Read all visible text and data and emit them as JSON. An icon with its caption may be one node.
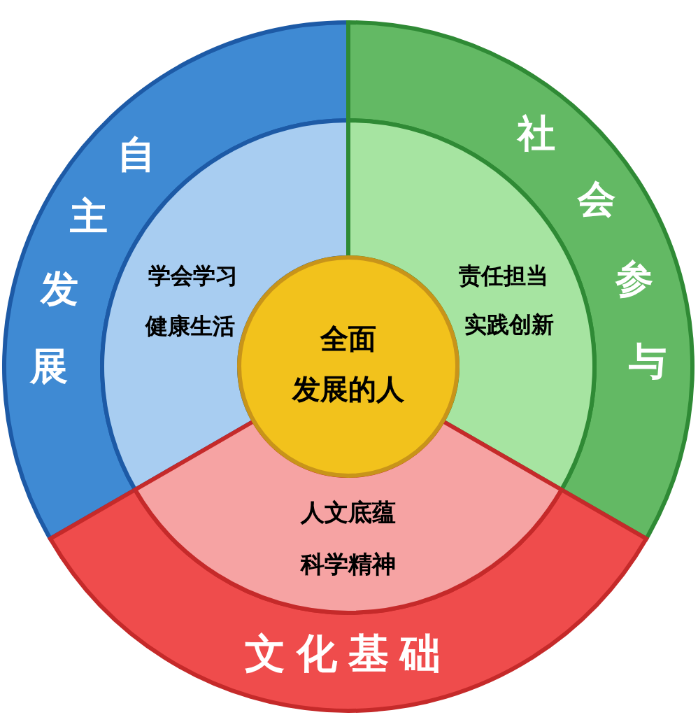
{
  "diagram": {
    "nodes": [
      {
        "text": [
          "自主发展"
        ]
      },
      {
        "text": [
          "社会参与"
        ]
      },
      {
        "text": [
          "文化基础"
        ]
      },
      {
        "text": [
          "学会学习",
          "健康生活"
        ]
      },
      {
        "text": [
          "责任担当",
          "实践创新"
        ]
      },
      {
        "text": [
          "人文底蕴",
          "科学精神"
        ]
      },
      {
        "text": [
          "全面发展的人"
        ]
      }
    ]
  }
}
